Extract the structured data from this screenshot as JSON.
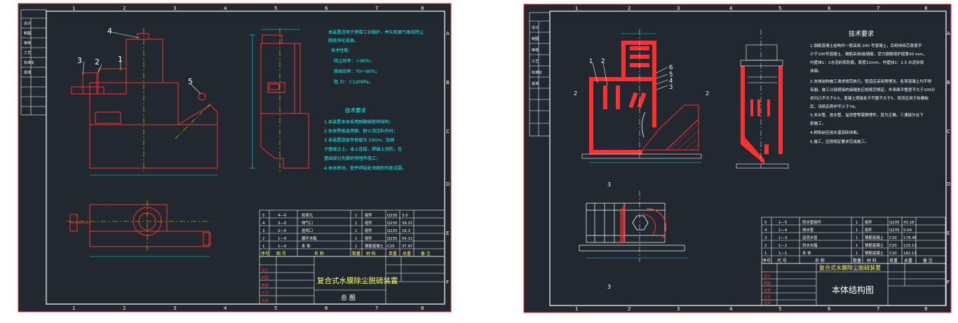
{
  "colors": {
    "background": "#212830",
    "border_outer": "#ff2a2a",
    "frame": "#ffffff",
    "drawing": "#ff3030",
    "hatch": "#ff3030",
    "centerline": "#ffd000",
    "dimension": "#00e5e5",
    "note_text": "#00ffff",
    "title_text": "#ffff66",
    "label_text": "#ffffff"
  },
  "sheet1": {
    "title": "复合式水膜除尘脱硫装置",
    "drawing_label": "总 图",
    "leader_labels": [
      "1",
      "2",
      "3",
      "4",
      "5"
    ],
    "intro_note": [
      "本装置适用于燃煤工业锅炉，并实现烟气高效除尘",
      "脱硫净化效果。",
      "技术性能：",
      "除尘效率：＞96％；",
      "脱硫效率：70～90％；",
      "阻    力：＜1200Pa。"
    ],
    "tech_title": "技术要求",
    "tech_notes": [
      "1.本装置本体采用耐酸碱瓷砖结构；",
      "2.本体壁板选用钢，耐火浇注料内衬；",
      "3.本装置连接件荷载为 10t/m，加固",
      "于基础之上，本上连接、焊缝上涂防，在",
      "基础部分先做好预埋件施工；",
      "4.本体密封，管件焊接处须随后检查试漏。"
    ],
    "bom_rows": [
      [
        "5",
        "4—0",
        "检修孔",
        "1",
        "组件",
        "Q235",
        "3.0",
        ""
      ],
      [
        "4",
        "3—0",
        "排气口",
        "1",
        "组件",
        "Q235",
        "39.21",
        ""
      ],
      [
        "3",
        "2—0",
        "进风口",
        "1",
        "组件",
        "Q235",
        "16.3",
        ""
      ],
      [
        "2",
        "1—0",
        "循环水箱",
        "1",
        "组件",
        "Q235",
        "54.11",
        ""
      ],
      [
        "1",
        "1—0",
        "本  体",
        "1",
        "钢筋混凝土",
        "C20",
        "37.97",
        ""
      ]
    ],
    "bom_header": [
      "序号",
      "图  号",
      "名   称",
      "数量",
      "材  料",
      "单重",
      "总重",
      "备  注"
    ],
    "title_block_labels": [
      "设计",
      "制图",
      "审核",
      "工艺",
      "标准化",
      "批准"
    ],
    "grid_letters": [
      "A",
      "B",
      "C",
      "D",
      "E",
      "F"
    ],
    "grid_numbers": [
      "1",
      "2",
      "3",
      "4",
      "5",
      "6",
      "7",
      "8"
    ]
  },
  "sheet2": {
    "title": "复合式水膜除尘脱硫装置",
    "drawing_label": "本体结构图",
    "leader_labels": [
      "1",
      "2",
      "3",
      "4",
      "5",
      "6"
    ],
    "section_marks": [
      "2",
      "2",
      "3",
      "3"
    ],
    "tech_title": "技术要求",
    "tech_notes": [
      "1.钢筋混凝土结构件一般采用 200 号混凝土，后砌块砖芯厚度不",
      "小于100号混凝土，钢筋采用Ⅰ级钢筋，受力钢筋保护层厚30 mm，",
      "内壁抹1：2水泥砂浆防腐，厚度12mm，外壁抹1：2.5 水泥砂浆",
      "抹面。",
      "2.本体结构施工请求规范执行，管道应采用预埋法，各项混凝土均不得",
      "有裂。施工分部搭接的接缝处应按规范规定，外表面平整度不大于100分",
      "求凹凸不大于0.5，混凝土搭接处平齐整不大于5，现浇应用于拆模板",
      "后，浇筑后养护不少于7d。",
      "3.本水管、进水管、溢流管等需预埋件，其为正确，三通接头在下",
      "部施工。",
      "4.砌筑前应用水湿润砖块面。",
      "5.施工，应按规定要求完成施工。"
    ],
    "bom_rows": [
      [
        "5",
        "1—5",
        "供水管组件",
        "1",
        "组件",
        "Q235",
        "43.18",
        ""
      ],
      [
        "4",
        "1—4",
        "排水管",
        "1",
        "组件",
        "Q235",
        "5.04",
        ""
      ],
      [
        "3",
        "1—3",
        "溢流水管",
        "1",
        "钢筋混凝土",
        "C20",
        "178.48",
        ""
      ],
      [
        "2",
        "1—2",
        "供水水箱",
        "1",
        "钢筋混凝土",
        "C20",
        "115.11",
        ""
      ],
      [
        "1",
        "1—1",
        "本  体",
        "1",
        "钢筋混凝土",
        "C20",
        "182.11",
        ""
      ]
    ],
    "bom_header": [
      "序号",
      "代  号",
      "名   称",
      "数量",
      "材  料",
      "单重",
      "总重",
      "备  注"
    ],
    "title_block_labels": [
      "设计",
      "制图",
      "审核",
      "工艺",
      "标准化",
      "批准"
    ],
    "grid_letters": [
      "A",
      "B",
      "C",
      "D",
      "E",
      "F"
    ],
    "grid_numbers": [
      "1",
      "2",
      "3",
      "4",
      "5",
      "6",
      "7",
      "8"
    ]
  }
}
